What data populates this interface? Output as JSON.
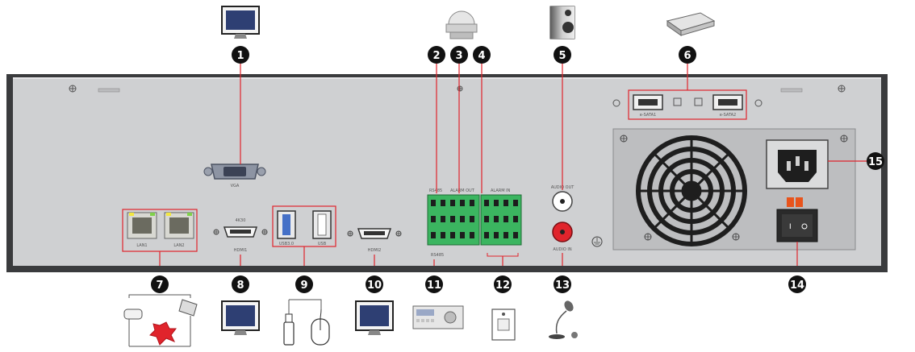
{
  "panel": {
    "port_labels": {
      "vga": "VGA",
      "lan1": "LAN1",
      "lan2": "LAN2",
      "hdmi1_top": "4K30",
      "hdmi1": "HDMI1",
      "usb30": "USB3.0",
      "usb": "USB",
      "hdmi2": "HDMI2",
      "rs485": "RS485",
      "alarm_out": "ALARM OUT",
      "alarm_in": "ALARM IN",
      "audio_out": "AUDIO OUT",
      "audio_in": "AUDIO IN",
      "esata1": "e-SATA1",
      "esata2": "e-SATA2"
    }
  },
  "callouts": [
    "1",
    "2",
    "3",
    "4",
    "5",
    "6",
    "7",
    "8",
    "9",
    "10",
    "11",
    "12",
    "13",
    "14",
    "15"
  ],
  "colors": {
    "leader_line": "#e0242c",
    "callout_fill": "#111111",
    "panel_fill": "#cfd0d2",
    "panel_border": "#3a3b3d",
    "terminal_green": "#3bb560"
  },
  "peripheral_icons": [
    "monitor-icon",
    "ptz-camera-icon",
    "speaker-icon",
    "esata-drive-icon",
    "network-device-icon",
    "monitor-icon",
    "usb-flash-icon",
    "mouse-icon",
    "monitor-icon",
    "keyboard-controller-icon",
    "alarm-sensor-icon",
    "microphone-icon"
  ]
}
